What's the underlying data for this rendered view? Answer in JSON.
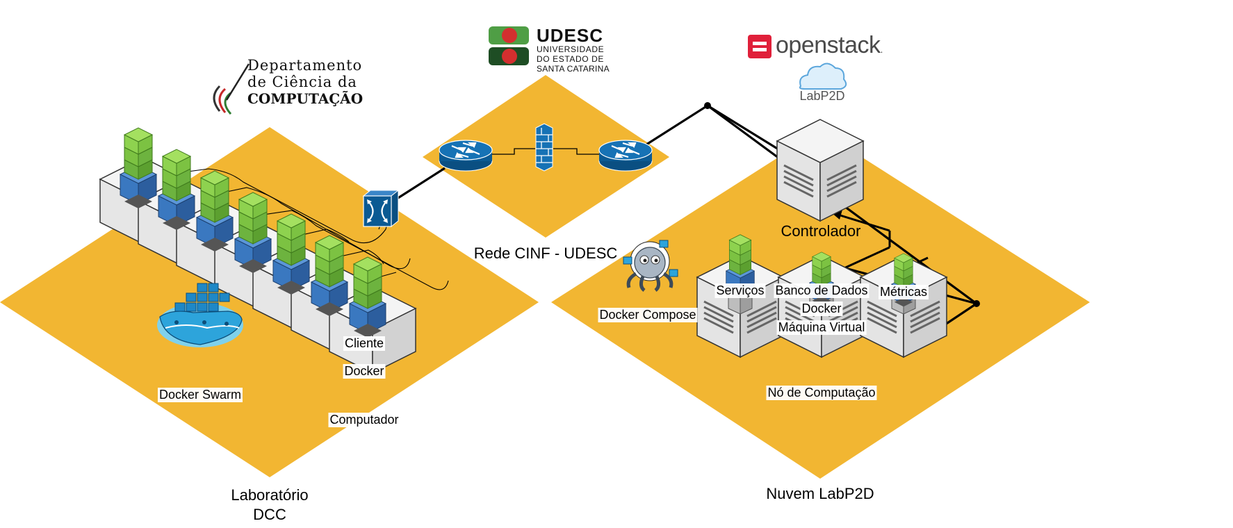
{
  "logos": {
    "dcc": {
      "line1": "Departamento",
      "line2": "de Ciência da",
      "line3": "COMPUTAÇÃO"
    },
    "udesc": {
      "name": "UDESC",
      "line1": "UNIVERSIDADE",
      "line2": "DO ESTADO DE",
      "line3": "SANTA CATARINA"
    },
    "openstack": {
      "name": "openstack",
      "mark": "."
    },
    "labp2d": {
      "name": "LabP2D"
    }
  },
  "zones": {
    "lab": {
      "title_line1": "Laboratório",
      "title_line2": "DCC"
    },
    "cinf": {
      "title": "Rede CINF - UDESC"
    },
    "cloud": {
      "title": "Nuvem LabP2D"
    }
  },
  "lab_labels": {
    "client": "Cliente",
    "docker": "Docker",
    "computer": "Computador",
    "swarm": "Docker Swarm"
  },
  "cloud_labels": {
    "controller": "Controlador",
    "compose": "Docker Compose",
    "services": "Serviços",
    "database": "Banco de Dados",
    "docker": "Docker",
    "vm": "Máquina Virtual",
    "metrics": "Métricas",
    "compute_node": "Nó de Computação"
  },
  "colors": {
    "zone": "#F2B632",
    "server_light": "#F2F2F2",
    "server_mid": "#E2E2E2",
    "server_dark": "#CCCCCC",
    "container_blue": "#3A78C0",
    "container_green": "#7CC242",
    "network_blue": "#0B5A93"
  }
}
